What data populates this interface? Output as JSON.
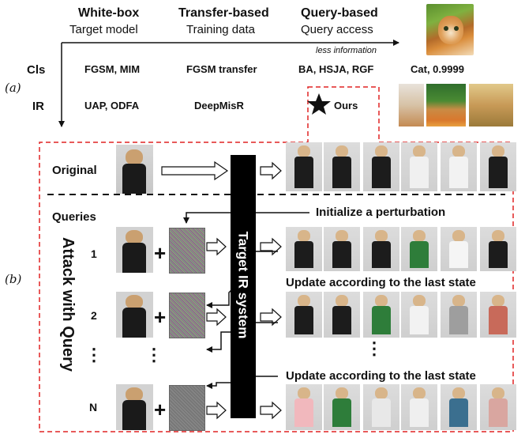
{
  "top_headers": [
    {
      "title": "White-box",
      "sub": "Target model"
    },
    {
      "title": "Transfer-based",
      "sub": "Training data"
    },
    {
      "title": "Query-based",
      "sub": "Query access"
    }
  ],
  "less_information": "less information",
  "row_labels": {
    "cls": "Cls",
    "ir": "IR"
  },
  "cls_methods": [
    "FGSM, MIM",
    "FGSM transfer",
    "BA, HSJA, RGF"
  ],
  "ir_methods": [
    "UAP, ODFA",
    "DeepMisR"
  ],
  "cat_result": "Cat, 0.9999",
  "ours_label": "Ours",
  "panel_labels": {
    "a": "(a)",
    "b": "(b)"
  },
  "original_label": "Original",
  "queries_label": "Queries",
  "attack_label": "Attack with Query",
  "target_system": "Target IR system",
  "initialize_label": "Initialize a perturbation",
  "update_label_1": "Update according to the last state",
  "update_label_2": "Update according to the last state",
  "query_numbers": [
    "1",
    "2",
    "N"
  ],
  "plus": "+",
  "vdots": "⋮",
  "colors": {
    "dashed_box": "#e02424",
    "system_bar": "#000000"
  }
}
